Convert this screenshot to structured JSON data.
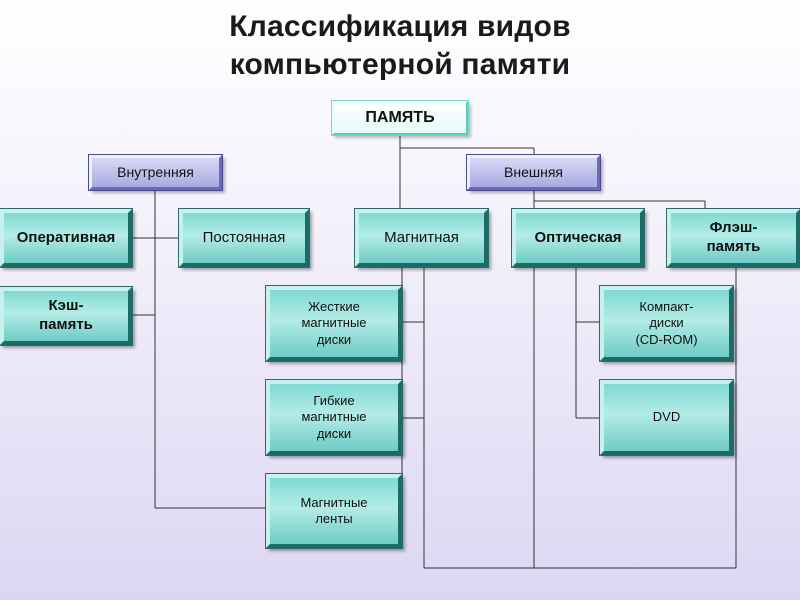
{
  "title": {
    "line1": "Классификация видов",
    "line2": "компьютерной памяти"
  },
  "nodes": {
    "root": "ПАМЯТЬ",
    "internal": "Внутренняя",
    "external": "Внешняя",
    "ram": "Оперативная",
    "rom": "Постоянная",
    "cache": "Кэш-\nпамять",
    "magnetic": "Магнитная",
    "optical": "Оптическая",
    "flash": "Флэш-\nпамять",
    "hdd": "Жесткие\nмагнитные\nдиски",
    "floppy": "Гибкие\nмагнитные\nдиски",
    "tape": "Магнитные\nленты",
    "cd": "Компакт-\nдиски\n(CD-ROM)",
    "dvd": "DVD"
  },
  "colors": {
    "node_fill": "#9fe3dd",
    "category_fill": "#c0c0ee",
    "root_fill": "#f4fffe",
    "connector": "#333333"
  }
}
